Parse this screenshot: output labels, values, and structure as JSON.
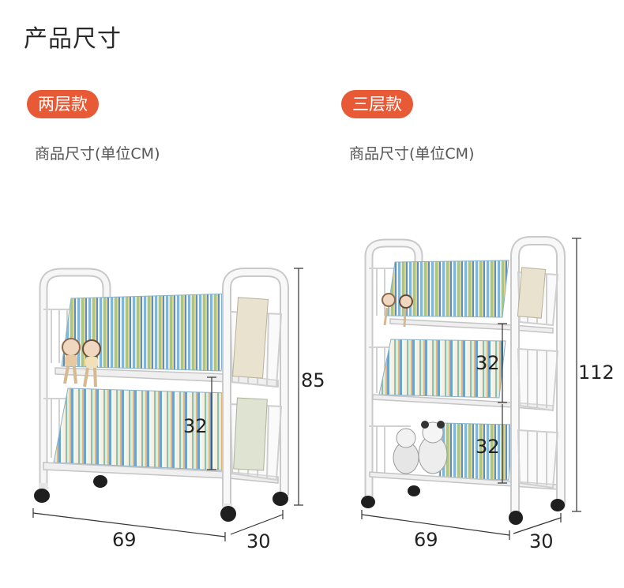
{
  "page_title": "产品尺寸",
  "two_tier": {
    "badge": "两层款",
    "subtitle": "商品尺寸(单位CM)",
    "height": "85",
    "gap": "32",
    "width": "69",
    "depth": "30"
  },
  "three_tier": {
    "badge": "三层款",
    "subtitle": "商品尺寸(单位CM)",
    "height": "112",
    "gap_upper": "32",
    "gap_lower": "32",
    "width": "69",
    "depth": "30"
  },
  "colors": {
    "badge": "#e85a36",
    "frame": "#f4f4f4",
    "frame_edge": "#c9c9c9",
    "line": "#333333"
  }
}
